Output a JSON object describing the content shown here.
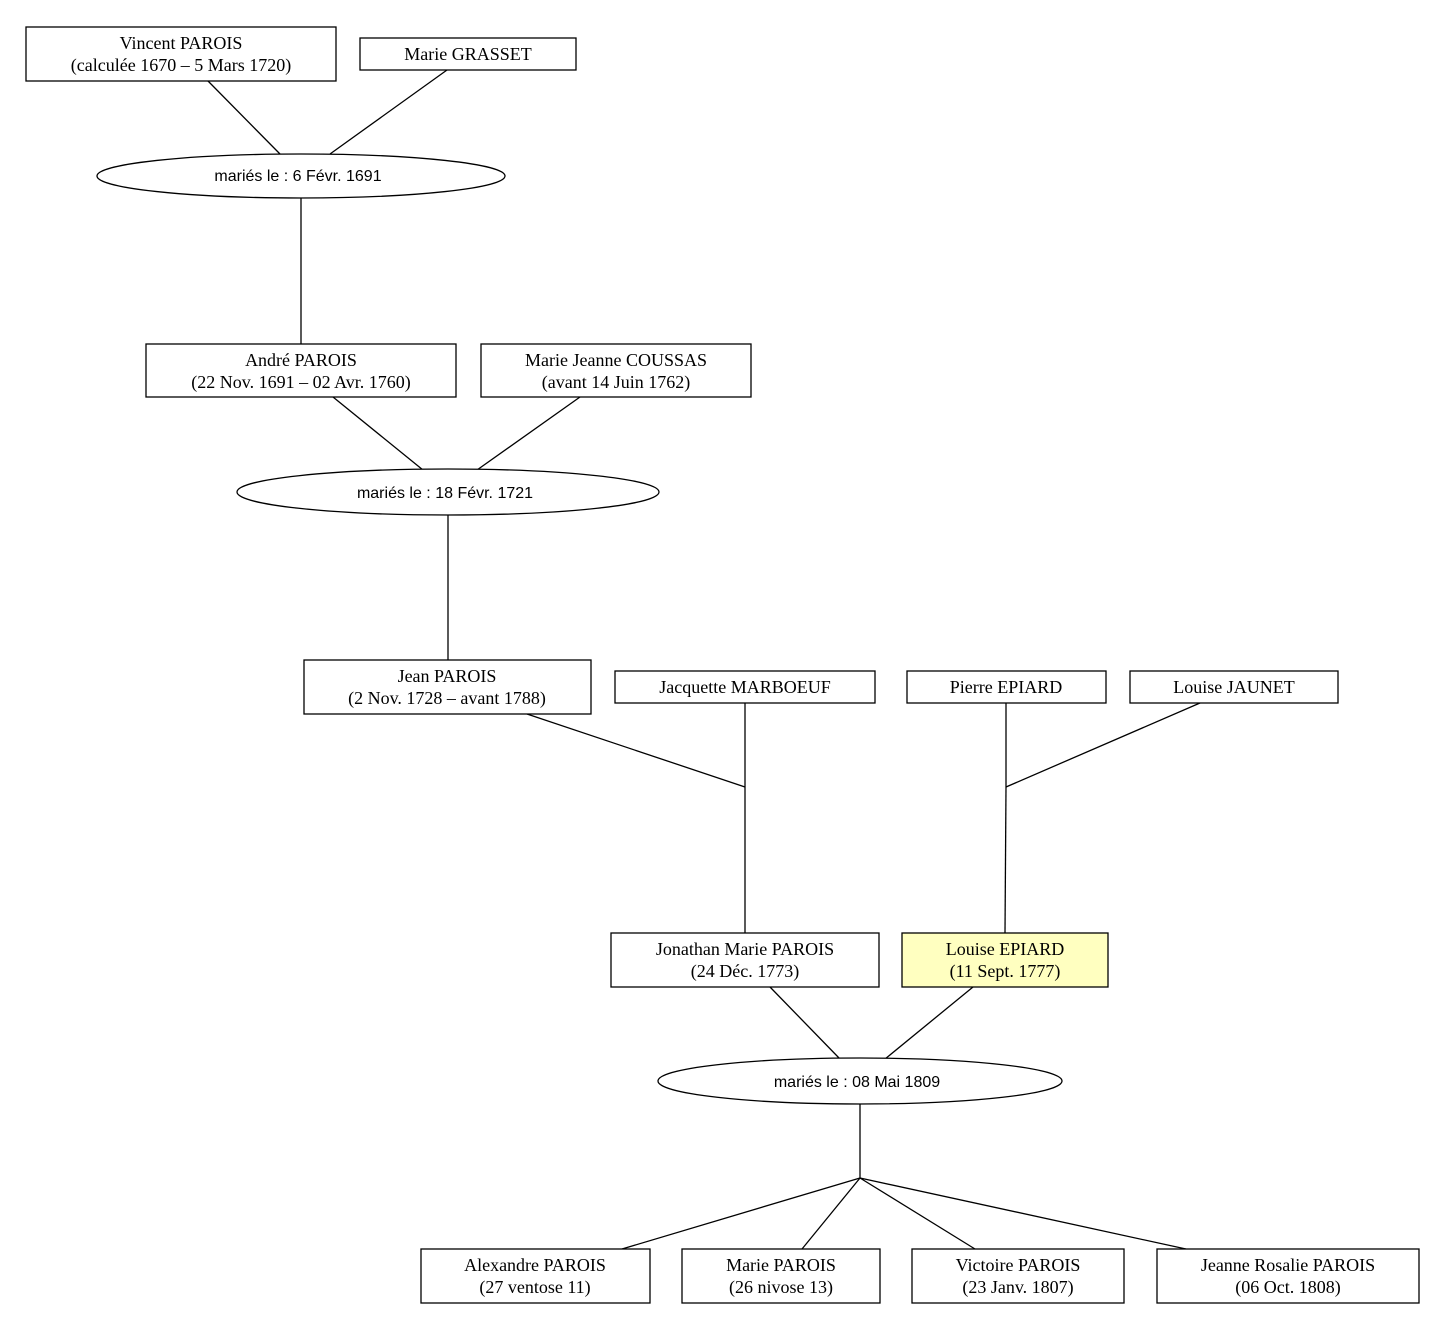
{
  "people": {
    "vincent": {
      "name": "Vincent PAROIS",
      "dates": "(calculée 1670 – 5 Mars 1720)"
    },
    "marie_grasset": {
      "name": "Marie GRASSET",
      "dates": ""
    },
    "andre": {
      "name": "André PAROIS",
      "dates": "(22 Nov. 1691 – 02 Avr. 1760)"
    },
    "marie_jeanne": {
      "name": "Marie Jeanne COUSSAS",
      "dates": "(avant 14 Juin 1762)"
    },
    "jean": {
      "name": "Jean PAROIS",
      "dates": "(2 Nov. 1728 – avant 1788)"
    },
    "jacquette": {
      "name": "Jacquette MARBOEUF",
      "dates": ""
    },
    "pierre": {
      "name": "Pierre EPIARD",
      "dates": ""
    },
    "louise_jaunet": {
      "name": "Louise JAUNET",
      "dates": ""
    },
    "jonathan": {
      "name": "Jonathan Marie PAROIS",
      "dates": "(24 Déc. 1773)"
    },
    "louise_epiard": {
      "name": "Louise EPIARD",
      "dates": "(11 Sept. 1777)"
    },
    "alexandre": {
      "name": "Alexandre PAROIS",
      "dates": "(27 ventose 11)"
    },
    "marie_parois": {
      "name": "Marie PAROIS",
      "dates": "(26 nivose 13)"
    },
    "victoire": {
      "name": "Victoire PAROIS",
      "dates": "(23 Janv. 1807)"
    },
    "jeanne_rosalie": {
      "name": "Jeanne Rosalie PAROIS",
      "dates": "(06 Oct. 1808)"
    }
  },
  "marriages": {
    "m1691": {
      "label": "mariés le : 6 Févr. 1691"
    },
    "m1721": {
      "label": "mariés le : 18 Févr. 1721"
    },
    "m1809": {
      "label": "mariés le : 08 Mai 1809"
    }
  },
  "highlight_color": "#ffffc0"
}
